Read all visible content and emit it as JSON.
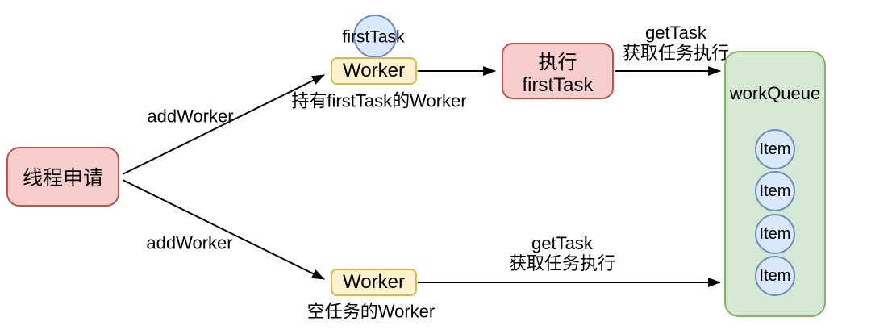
{
  "diagram": {
    "title_hint": "thread pool addWorker / getTask flow",
    "background": "#ffffff",
    "colors": {
      "pink_fill": "#f8cecc",
      "pink_border": "#b85450",
      "yellow_fill": "#fff2cc",
      "yellow_border": "#d6b656",
      "green_fill": "#d5e8d4",
      "green_border": "#82b366",
      "blue_fill": "#dae8fc",
      "blue_border": "#6c8ebf",
      "line": "#000000",
      "text": "#000000"
    },
    "nodes": {
      "thread_request": {
        "label": "线程申请"
      },
      "first_task": {
        "label": "firstTask"
      },
      "worker_top": {
        "label": "Worker",
        "caption": "持有firstTask的Worker"
      },
      "exec_first_task": {
        "label": "执行firstTask"
      },
      "worker_bottom": {
        "label": "Worker",
        "caption": "空任务的Worker"
      },
      "work_queue": {
        "label": "workQueue",
        "items": [
          "Item",
          "Item",
          "Item",
          "Item"
        ]
      }
    },
    "edges": {
      "add_worker_top": {
        "label": "addWorker"
      },
      "add_worker_bottom": {
        "label": "addWorker"
      },
      "get_task_top": {
        "line1": "getTask",
        "line2": "获取任务执行"
      },
      "get_task_bottom": {
        "line1": "getTask",
        "line2": "获取任务执行"
      }
    }
  }
}
